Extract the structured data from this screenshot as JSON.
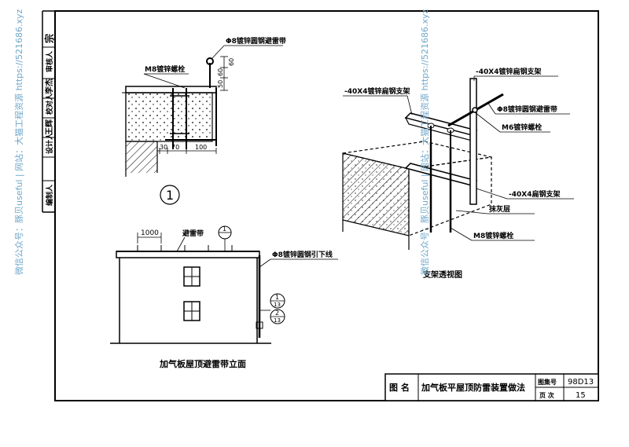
{
  "title_block": {
    "name_label": "图 名",
    "drawing_title": "加气板平屋顶防雷装置做法",
    "atlas_label": "图集号",
    "atlas_number": "98D13",
    "page_label": "页 次",
    "page_number": "15"
  },
  "side_strip": {
    "roles": [
      "审核人",
      "校对人",
      "设计人"
    ],
    "signatures": [
      "宗",
      "李杰",
      "王辉"
    ],
    "editor_role": "编制人"
  },
  "detail_1": {
    "top_label": "Φ8镀锌圆钢避雷带",
    "bolt_label": "M8镀锌螺栓",
    "dims_right": [
      "60",
      "60",
      "50"
    ],
    "dims_bottom": [
      "30",
      "70",
      "100"
    ],
    "marker": "1"
  },
  "elevation": {
    "dim_1000": "1000",
    "lightning_strip": "避雷带",
    "downconductor": "Φ8镀锌圆钢引下线",
    "ref_top": "1",
    "callout_1_top": "1",
    "callout_1_bottom": "13",
    "callout_2_top": "2",
    "callout_2_bottom": "13",
    "caption": "加气板屋顶避雷带立面"
  },
  "perspective": {
    "bracket_top": "-40X4镀锌扁钢支架",
    "bracket_left": "-40X4镀锌扁钢支架",
    "rod_label": "Φ8镀锌圆钢避雷带",
    "m6_label": "M6镀锌螺栓",
    "bracket_right": "-40X4扁钢支架",
    "plaster": "抹灰层",
    "m8_label": "M8镀锌螺栓",
    "caption": "支架透视图"
  },
  "watermarks": [
    "微信公众号：豚贝useful | 网站：大猫工程资源 https://521686.xyz",
    "微信公众号：豚贝useful | 网站：大猫工程资源 https://521686.xyz"
  ]
}
